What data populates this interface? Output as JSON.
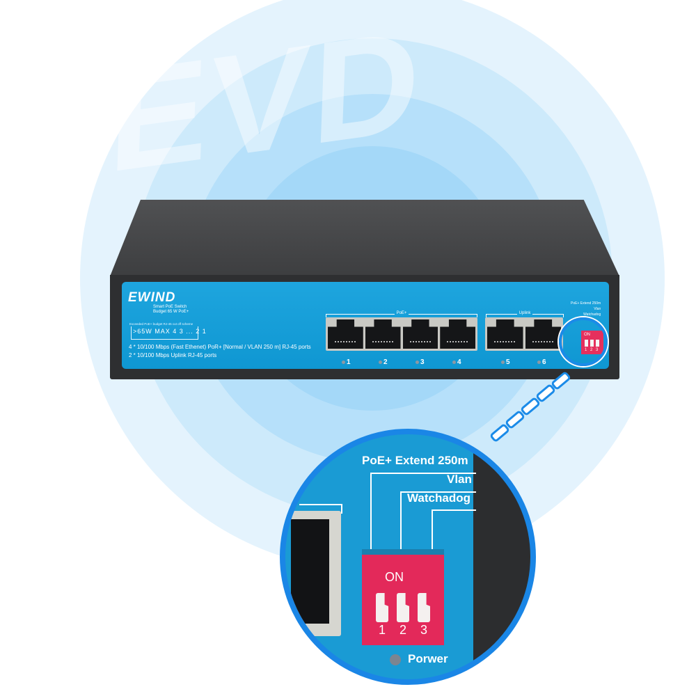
{
  "watermark": "EVD",
  "colors": {
    "panel_blue": "#1a9fd8",
    "chassis": "#2e2f31",
    "dip_red": "#e3295a",
    "ring_blue": "#1a86e6",
    "bg_ring_light": "#e4f3fd"
  },
  "switch": {
    "brand": "EWIND",
    "subtitle_line1": "Smart PoE Switch",
    "subtitle_line2": "Budget 65 W PoE+",
    "scheme_label": "Exceeded PoE+ budget RJ-45 cut off scheme",
    "scheme_diagram": ">65W  MAX  4 3 ... 2 1",
    "spec_line1": "4 * 10/100 Mbps (Fast Ethenet) PoR+ [Normal / VLAN 250 m] RJ-45 ports",
    "spec_line2": "2 * 10/100 Mbps Uplink RJ-45 ports",
    "groups": [
      {
        "label": "PoE+",
        "ports": [
          "1",
          "2",
          "3",
          "4"
        ]
      },
      {
        "label": "Uplink",
        "ports": [
          "5",
          "6"
        ]
      }
    ],
    "dip": {
      "labels": [
        "PoE+ Extend 250m",
        "Vlan",
        "Watchadog"
      ],
      "on_label": "ON",
      "switches": [
        "1",
        "2",
        "3"
      ]
    },
    "power_label": "Porwer"
  },
  "zoom_detail": {
    "labels": [
      "PoE+ Extend 250m",
      "Vlan",
      "Watchadog"
    ],
    "on_label": "ON",
    "switches": [
      "1",
      "2",
      "3"
    ],
    "power_label": "Porwer"
  }
}
